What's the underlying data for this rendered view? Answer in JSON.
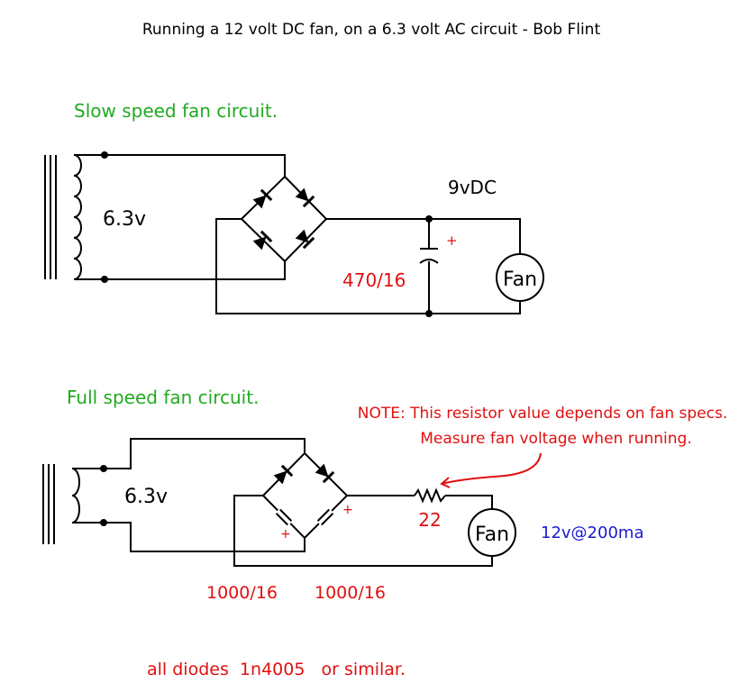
{
  "title": "Running a 12 volt DC fan, on a 6.3 volt AC circuit - Bob Flint",
  "slow": {
    "heading": "Slow speed fan circuit.",
    "transformer_voltage": "6.3v",
    "output_voltage": "9vDC",
    "capacitor_label": "470/16",
    "polarity": "+",
    "fan_label": "Fan"
  },
  "full": {
    "heading": "Full speed fan circuit.",
    "transformer_voltage": "6.3v",
    "note_line1": "NOTE: This resistor value depends on fan specs.",
    "note_line2": "Measure fan voltage when running.",
    "resistor_label": "22",
    "fan_label": "Fan",
    "fan_rating": "12v@200ma",
    "polarity": "+",
    "cap1_label": "1000/16",
    "cap2_label": "1000/16"
  },
  "footer": "all diodes  1n4005   or similar.",
  "colors": {
    "green": "#22aa22",
    "red": "#e01010",
    "blue": "#1a1ad0",
    "ink": "#000000"
  }
}
